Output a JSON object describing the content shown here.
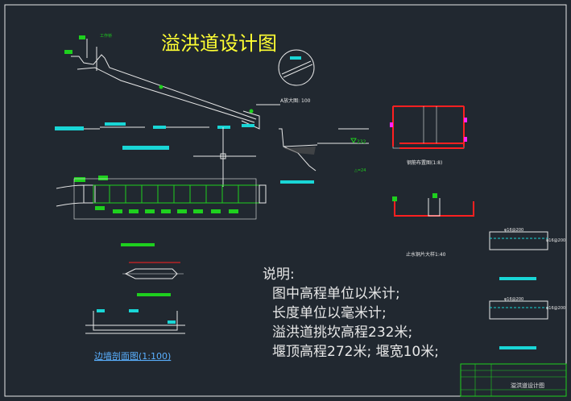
{
  "drawing": {
    "title": "溢洪道设计图",
    "notes_heading": "说明:",
    "notes": [
      "图中高程单位以米计;",
      "长度单位以毫米计;",
      "溢洪道挑坎高程232米;",
      "堰顶高程272米; 堰宽10米;"
    ],
    "section_label": "边墙剖面图(1:100)",
    "small_labels": {
      "detail_a": "A放大图: 100",
      "rebar_detail": "钢筋布置图(1:8)",
      "pier_detail": "止水铜片大样1:40",
      "crest_mark": "工作桥",
      "elev_232": "232",
      "elev_24": "△=24",
      "scale_note": "1:100",
      "dim_1": "φ16@200",
      "dim_2": "φ16@200",
      "dim_3": "φ16@200",
      "dim_4": "φ16@200"
    },
    "title_block": {
      "name": "溢洪道设计图"
    }
  },
  "colors": {
    "background": "#212830",
    "line_white": "#e8e8e8",
    "title_yellow": "#ffff33",
    "label_cyan": "#19d6d6",
    "rebar_red": "#ff2020",
    "fill_green": "#1ed01e",
    "magenta": "#ff22ff",
    "section_blue": "#5ab0ff"
  }
}
